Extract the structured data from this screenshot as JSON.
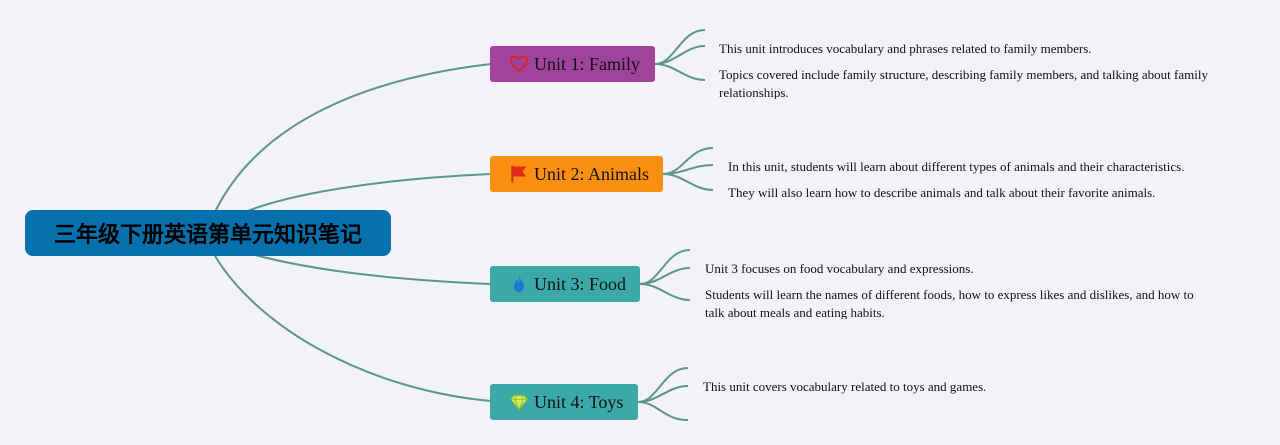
{
  "root": {
    "label": "三年级下册英语第单元知识笔记",
    "color": "#0671ad"
  },
  "units": [
    {
      "label": "Unit 1: Family",
      "icon": "heart-icon",
      "color": "#a0449b",
      "notes": [
        "This unit introduces vocabulary and phrases related to family members.",
        "Topics covered include family structure, describing family members, and talking about family relationships."
      ]
    },
    {
      "label": "Unit 2: Animals",
      "icon": "flag-icon",
      "color": "#fb8f12",
      "notes": [
        "In this unit, students will learn about different types of animals and their characteristics.",
        "They will also learn how to describe animals and talk about their favorite animals."
      ]
    },
    {
      "label": "Unit 3: Food",
      "icon": "flame-icon",
      "color": "#3aa9a8",
      "notes": [
        "Unit 3 focuses on food vocabulary and expressions.",
        "Students will learn the names of different foods, how to express likes and dislikes, and how to talk about meals and eating habits."
      ]
    },
    {
      "label": "Unit 4: Toys",
      "icon": "diamond-icon",
      "color": "#3aa9a8",
      "notes": [
        "This unit covers vocabulary related to toys and games."
      ]
    }
  ],
  "edge_color": "#5b968a"
}
